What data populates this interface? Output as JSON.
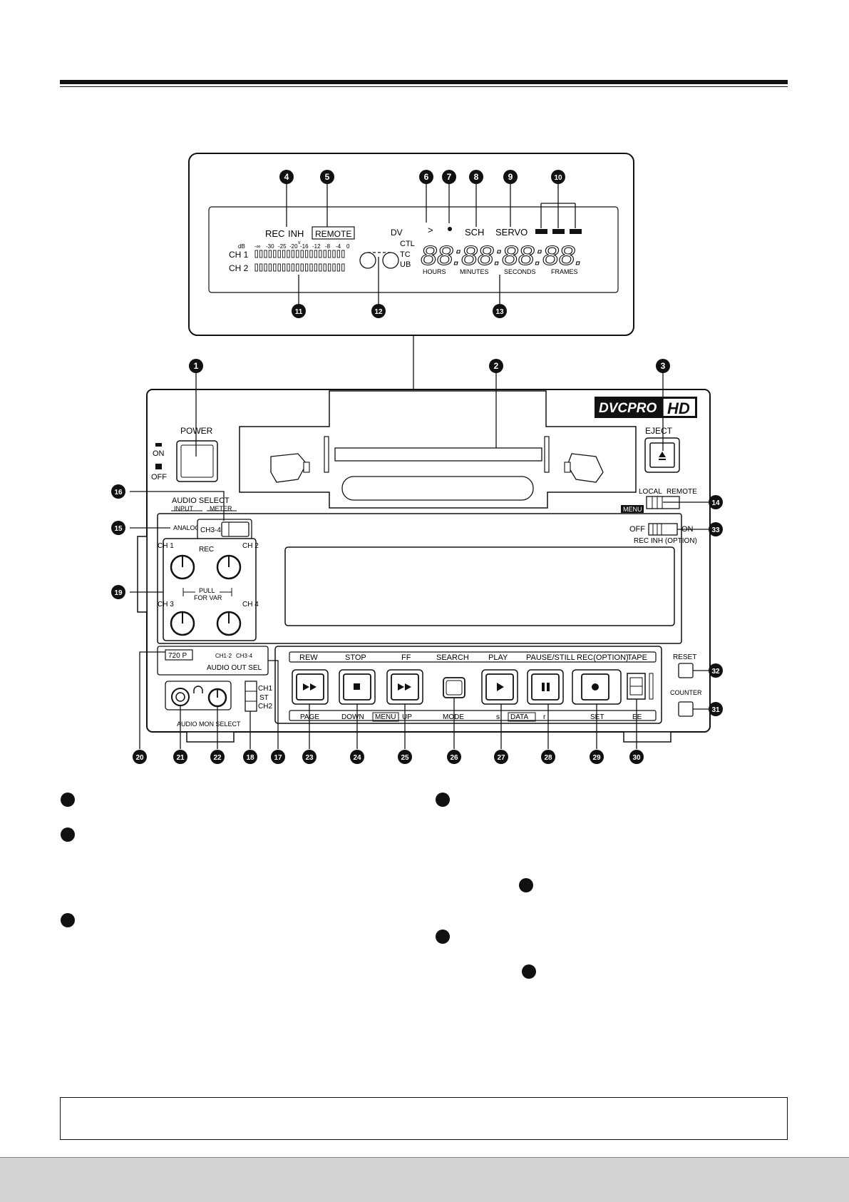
{
  "lcd": {
    "rec": "REC",
    "inh": "INH",
    "remote": "REMOTE",
    "db": "dB",
    "scale": [
      "-∞",
      "-30",
      "-25",
      "-20",
      "-16",
      "-12",
      "-8",
      "-4",
      "0"
    ],
    "ch1": "CH 1",
    "ch2": "CH 2",
    "dv": "DV",
    "ctl": "CTL",
    "tc": "TC",
    "ub": "UB",
    "play_mark": ">",
    "sch": "SCH",
    "servo": "SERVO",
    "digits": "88:88:88:88.",
    "hours": "HOURS",
    "minutes": "MINUTES",
    "seconds": "SECONDS",
    "frames": "FRAMES"
  },
  "callouts": [
    "1",
    "2",
    "3",
    "4",
    "5",
    "6",
    "7",
    "8",
    "9",
    "10",
    "11",
    "12",
    "13",
    "14",
    "15",
    "16",
    "17",
    "18",
    "19",
    "20",
    "21",
    "22",
    "23",
    "24",
    "25",
    "26",
    "27",
    "28",
    "29",
    "30",
    "31",
    "32",
    "33"
  ],
  "deck": {
    "brand": "DVCPRO",
    "brand_hd": "HD",
    "power": "POWER",
    "on": "ON",
    "off": "OFF",
    "eject": "EJECT",
    "local": "LOCAL",
    "remote": "REMOTE",
    "menu": "MENU",
    "audio_select": "AUDIO SELECT",
    "input": "INPUT",
    "meter": "METER",
    "analog": "ANALOG",
    "ch34": "CH3-4",
    "ch1_knob": "CH 1",
    "rec_knob": "REC",
    "ch2_knob": "CH 2",
    "pull": "PULL",
    "for_var": "FOR VAR",
    "ch3_knob": "CH 3",
    "ch4_knob": "CH 4",
    "rec_inh_off": "OFF",
    "rec_inh_on": "ON",
    "rec_inh_label": "REC INH (OPTION)",
    "p720": "720 P",
    "out_ch12": "CH1·2",
    "out_ch34": "CH3·4",
    "audio_out_sel": "AUDIO OUT SEL",
    "mon_ch1": "CH1",
    "mon_st": "ST",
    "mon_ch2": "CH2",
    "audio_mon_select": "AUDIO MON SELECT",
    "transport_top": [
      "REW",
      "STOP",
      "FF",
      "SEARCH",
      "PLAY",
      "PAUSE/STILL",
      "REC(OPTION)",
      "TAPE"
    ],
    "transport_bottom": [
      "PAGE",
      "DOWN",
      "MENU",
      "UP",
      "MODE",
      "s",
      "DATA",
      "r",
      "SET",
      "EE"
    ],
    "reset": "RESET",
    "counter": "COUNTER"
  },
  "list_markers": [
    "left-1",
    "left-2",
    "left-3",
    "right-1",
    "right-2",
    "right-3",
    "right-4"
  ]
}
